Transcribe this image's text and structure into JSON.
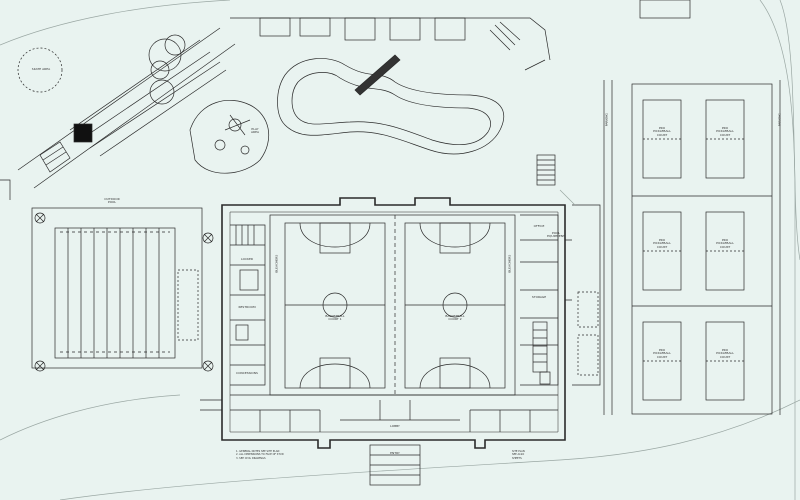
{
  "plan": {
    "areas": {
      "skate_area": "SKATE AREA",
      "outdoor_pool": "OUTDOOR\nPOOL",
      "play_area": "PLAY\nAREA",
      "parking_left": "PARKING",
      "parking_right": "PARKING",
      "lobby": "LOBBY",
      "entry": "ENTRY",
      "basketball_court_1": "BASKETBALL\nCOURT 1",
      "basketball_court_2": "BASKETBALL\nCOURT 2",
      "bleachers_left": "BLEACHERS",
      "bleachers_right": "BLEACHERS",
      "office": "OFFICE",
      "storage": "STORAGE",
      "pool_equipment": "POOL\nEQUIPMENT",
      "locker": "LOCKER",
      "restroom": "RESTROOM",
      "concessions": "CONCESSIONS"
    },
    "courts": [
      "PRO\nPICKLEBALL\nCOURT",
      "PRO\nPICKLEBALL\nCOURT",
      "PRO\nPICKLEBALL\nCOURT",
      "PRO\nPICKLEBALL\nCOURT",
      "PRO\nPICKLEBALL\nCOURT",
      "PRO\nPICKLEBALL\nCOURT"
    ],
    "notes": {
      "left": "1. GENERAL NOTES SEE SITE PLAN\n2. ALL DIMENSIONS TO FACE OF STUD\n3. SEE CIVIL DRAWINGS",
      "right": "SITE PLAN\nSEE ALSO\nSHEETS"
    },
    "colors": {
      "background": "#e9f3f0",
      "line": "#2a2a2a",
      "light_line": "#9aa7a3"
    }
  }
}
